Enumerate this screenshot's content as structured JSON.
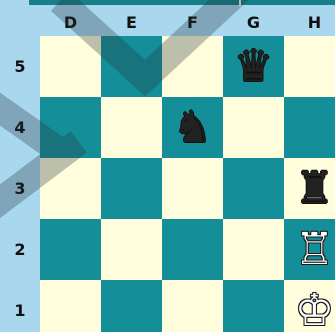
{
  "board": {
    "files": [
      "D",
      "E",
      "F",
      "G",
      "H"
    ],
    "ranks": [
      "5",
      "4",
      "3",
      "2",
      "1"
    ],
    "squares": [
      [
        {
          "piece": "",
          "color": ""
        },
        {
          "piece": "",
          "color": ""
        },
        {
          "piece": "",
          "color": ""
        },
        {
          "piece": "♛",
          "color": "black",
          "icon": "black-queen-icon"
        },
        {
          "piece": "",
          "color": ""
        }
      ],
      [
        {
          "piece": "",
          "color": ""
        },
        {
          "piece": "",
          "color": ""
        },
        {
          "piece": "♞",
          "color": "black",
          "icon": "black-knight-icon"
        },
        {
          "piece": "",
          "color": ""
        },
        {
          "piece": "",
          "color": ""
        }
      ],
      [
        {
          "piece": "",
          "color": ""
        },
        {
          "piece": "",
          "color": ""
        },
        {
          "piece": "",
          "color": ""
        },
        {
          "piece": "",
          "color": ""
        },
        {
          "piece": "♜",
          "color": "black",
          "icon": "black-rook-icon"
        }
      ],
      [
        {
          "piece": "",
          "color": ""
        },
        {
          "piece": "",
          "color": ""
        },
        {
          "piece": "",
          "color": ""
        },
        {
          "piece": "",
          "color": ""
        },
        {
          "piece": "♖",
          "color": "white",
          "icon": "white-rook-icon"
        }
      ],
      [
        {
          "piece": "",
          "color": ""
        },
        {
          "piece": "",
          "color": ""
        },
        {
          "piece": "",
          "color": ""
        },
        {
          "piece": "",
          "color": ""
        },
        {
          "piece": "♔",
          "color": "white",
          "icon": "white-king-icon"
        }
      ]
    ]
  },
  "colors": {
    "background": "#a9d7ee",
    "light_square": "#fffddc",
    "dark_square": "#148e99",
    "top_bar": "#167f87",
    "watermark": "#24363d"
  }
}
